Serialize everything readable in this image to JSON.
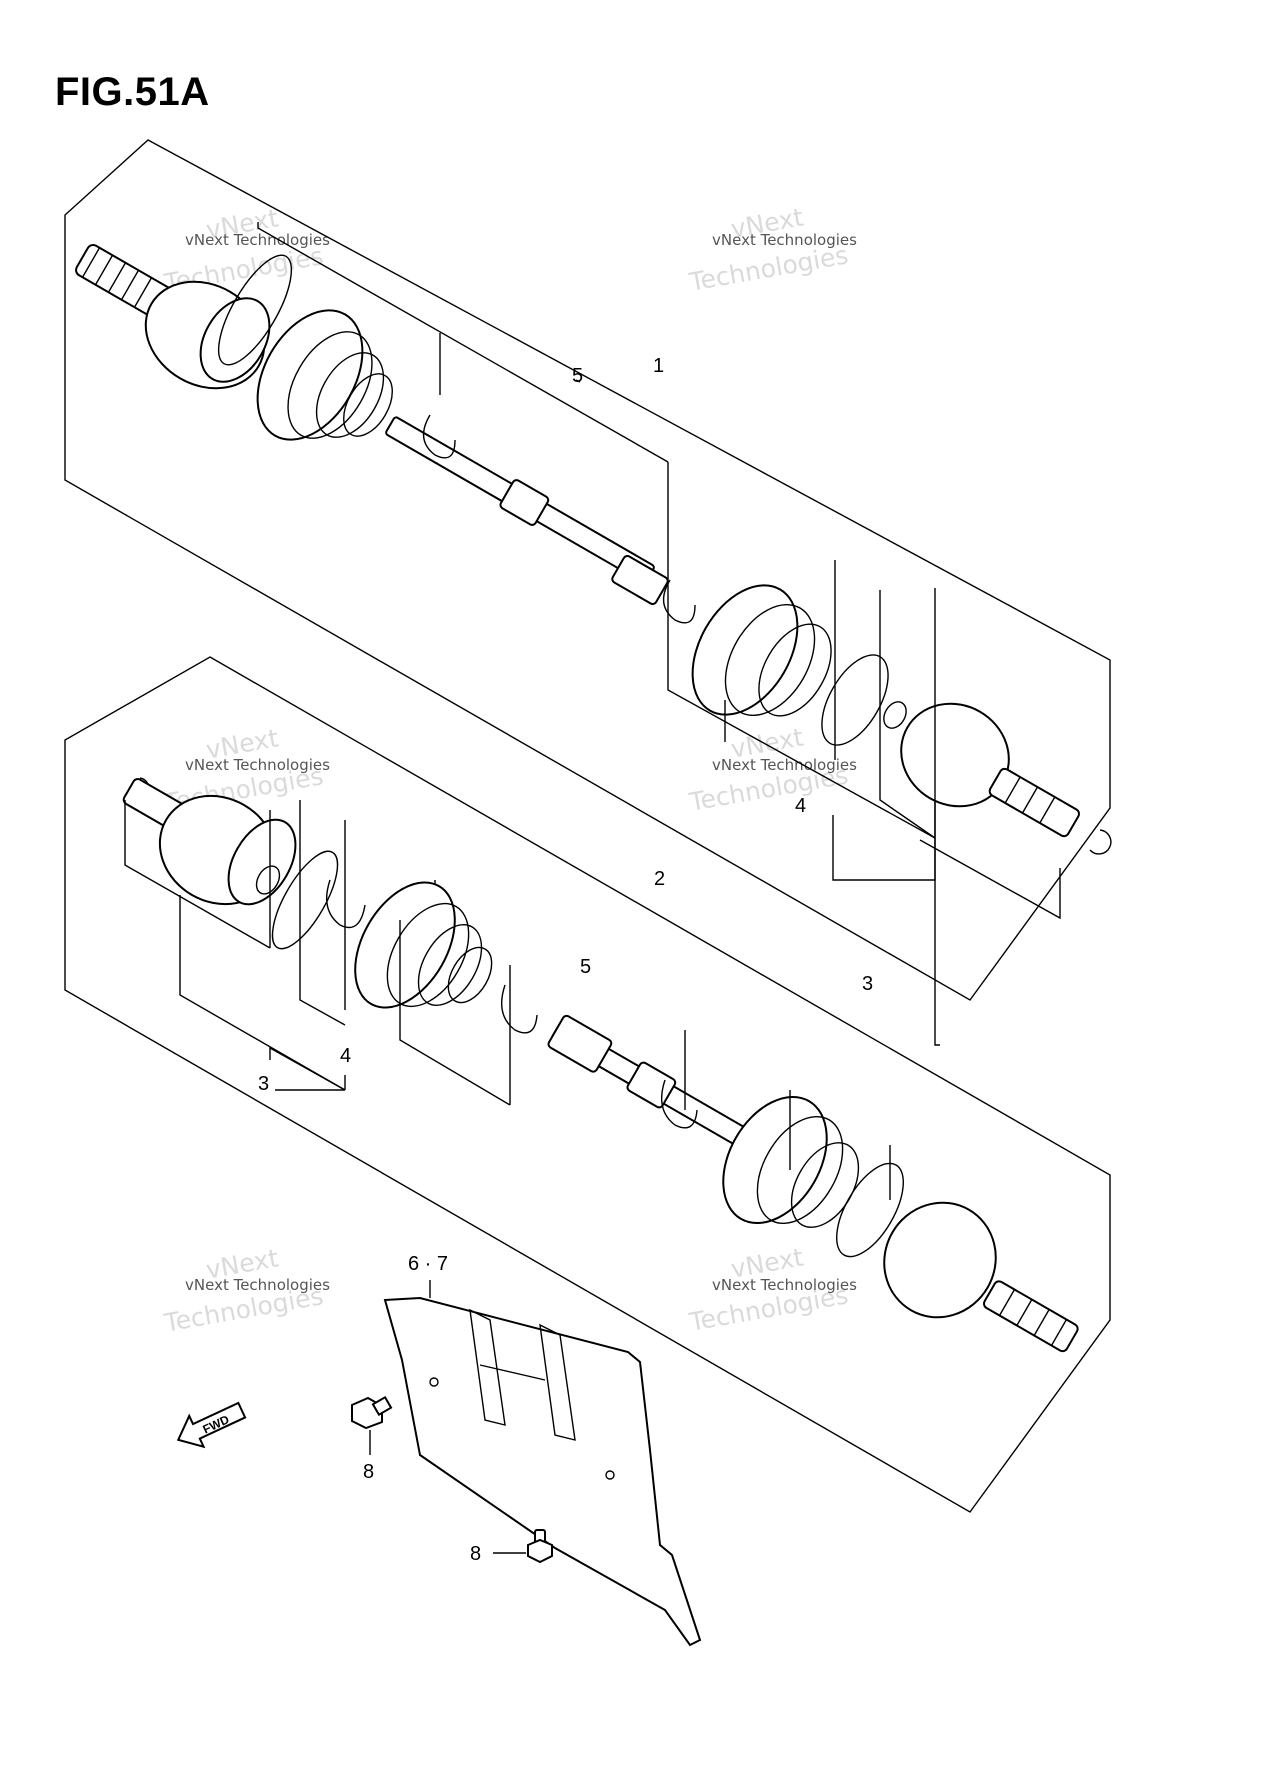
{
  "figure": {
    "title": "FIG.51A"
  },
  "callouts": {
    "shaft_1": "1",
    "shaft_2": "2",
    "joint_3_upper": "3",
    "joint_3_lower": "3",
    "kit_4_upper": "4",
    "kit_4_lower": "4",
    "boot_5_upper": "5",
    "boot_5_lower": "5",
    "cover_67": "6 · 7",
    "bolt_8_a": "8",
    "bolt_8_b": "8"
  },
  "fwd_label": "FWD",
  "watermark": {
    "small": "vNext Technologies",
    "big": "Technologies",
    "brand": "vNext"
  }
}
